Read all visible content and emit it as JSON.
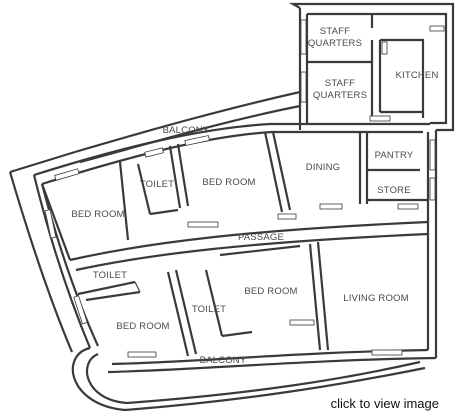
{
  "rooms": {
    "staff_quarters_1": [
      "STAFF",
      "QUARTERS"
    ],
    "staff_quarters_2": [
      "STAFF",
      "QUARTERS"
    ],
    "kitchen": "KITCHEN",
    "balcony_top": "BALCONY",
    "pantry": "PANTRY",
    "dining": "DINING",
    "store": "STORE",
    "toilet_top": "TOILET",
    "bed_room_top": "BED ROOM",
    "bed_room_left": "BED ROOM",
    "passage": "PASSAGE",
    "toilet_left": "TOILET",
    "bed_room_bottom_left": "BED ROOM",
    "toilet_mid": "TOILET",
    "bed_room_mid": "BED ROOM",
    "living_room": "LIVING ROOM",
    "balcony_bottom": "BALCONY"
  },
  "caption": "click to view image"
}
